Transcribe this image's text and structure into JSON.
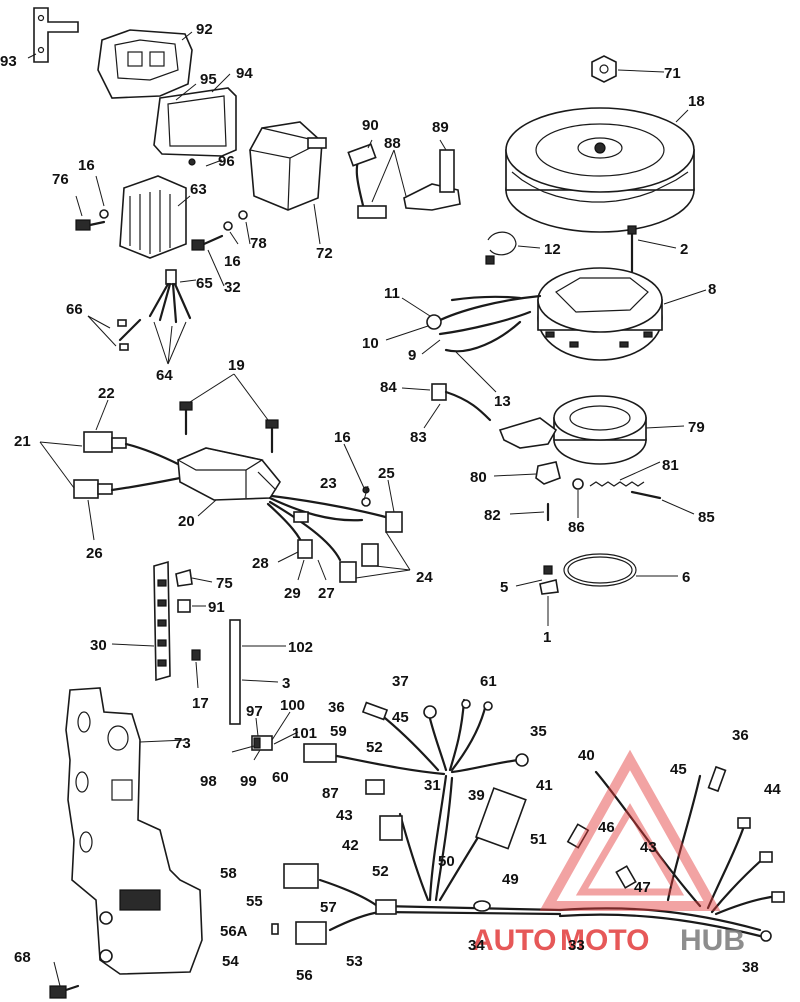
{
  "callouts": {
    "c1": "1",
    "c2": "2",
    "c3": "3",
    "c5": "5",
    "c6": "6",
    "c8": "8",
    "c9": "9",
    "c10": "10",
    "c11": "11",
    "c12": "12",
    "c13": "13",
    "c16a": "16",
    "c16b": "16",
    "c16c": "16",
    "c17": "17",
    "c18": "18",
    "c19": "19",
    "c20": "20",
    "c21": "21",
    "c22": "22",
    "c23": "23",
    "c24": "24",
    "c25": "25",
    "c26": "26",
    "c27": "27",
    "c28": "28",
    "c29": "29",
    "c30": "30",
    "c31": "31",
    "c32": "32",
    "c33": "33",
    "c34": "34",
    "c35": "35",
    "c36a": "36",
    "c36b": "36",
    "c37": "37",
    "c38": "38",
    "c39": "39",
    "c40": "40",
    "c41": "41",
    "c42": "42",
    "c43a": "43",
    "c43b": "43",
    "c44": "44",
    "c45a": "45",
    "c45b": "45",
    "c46": "46",
    "c47": "47",
    "c49": "49",
    "c50": "50",
    "c51": "51",
    "c52a": "52",
    "c52b": "52",
    "c53": "53",
    "c54": "54",
    "c55": "55",
    "c56": "56",
    "c56a": "56A",
    "c57": "57",
    "c58": "58",
    "c59": "59",
    "c60": "60",
    "c61": "61",
    "c63": "63",
    "c64": "64",
    "c65": "65",
    "c66": "66",
    "c68": "68",
    "c71": "71",
    "c72": "72",
    "c73": "73",
    "c75": "75",
    "c76": "76",
    "c78": "78",
    "c79": "79",
    "c80": "80",
    "c81": "81",
    "c82": "82",
    "c83": "83",
    "c84": "84",
    "c85": "85",
    "c86": "86",
    "c87": "87",
    "c88": "88",
    "c89": "89",
    "c90": "90",
    "c91": "91",
    "c92": "92",
    "c93": "93",
    "c94": "94",
    "c95": "95",
    "c96": "96",
    "c97": "97",
    "c98": "98",
    "c99": "99",
    "c100": "100",
    "c101": "101",
    "c102": "102"
  },
  "watermark": {
    "part1": "AUTO",
    "part2": "MOTO",
    "part3": "HUB",
    "color_red": "#e23b3b",
    "color_gray": "#7a7a7a"
  }
}
